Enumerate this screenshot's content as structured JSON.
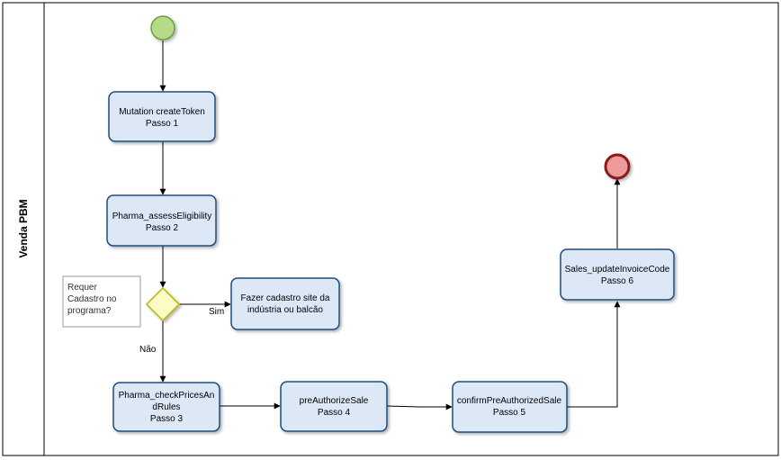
{
  "pool": {
    "label": "Venda PBM"
  },
  "events": {
    "start": {
      "type": "start",
      "color": "#b7d98a",
      "stroke": "#6e9e3a"
    },
    "end": {
      "type": "end",
      "color": "#ee9a9a",
      "stroke": "#8b1a1a"
    }
  },
  "tasks": [
    {
      "id": "t1",
      "lines": [
        "Mutation createToken",
        "Passo 1"
      ]
    },
    {
      "id": "t2",
      "lines": [
        "Pharma_assessEligibility",
        "Passo 2"
      ]
    },
    {
      "id": "t3",
      "lines": [
        "Fazer cadastro site da",
        "indústria ou balcão"
      ]
    },
    {
      "id": "t4",
      "lines": [
        "Pharma_checkPricesAn",
        "dRules",
        "Passo 3"
      ]
    },
    {
      "id": "t5",
      "lines": [
        "preAuthorizeSale",
        "Passo 4"
      ]
    },
    {
      "id": "t6",
      "lines": [
        "confirmPreAuthorizedSale",
        "Passo 5"
      ]
    },
    {
      "id": "t7",
      "lines": [
        "Sales_updateInvoiceCode",
        "Passo 6"
      ]
    }
  ],
  "gateway": {
    "color": "#fbfbc8",
    "stroke": "#b8b800"
  },
  "annotation": {
    "lines": [
      "Requer",
      "Cadastro no",
      "programa?"
    ]
  },
  "edge_labels": {
    "yes": "Sim",
    "no": "Não"
  },
  "colors": {
    "task_fill": "#dde8f7",
    "task_stroke": "#1f4e80",
    "line": "#000000"
  }
}
